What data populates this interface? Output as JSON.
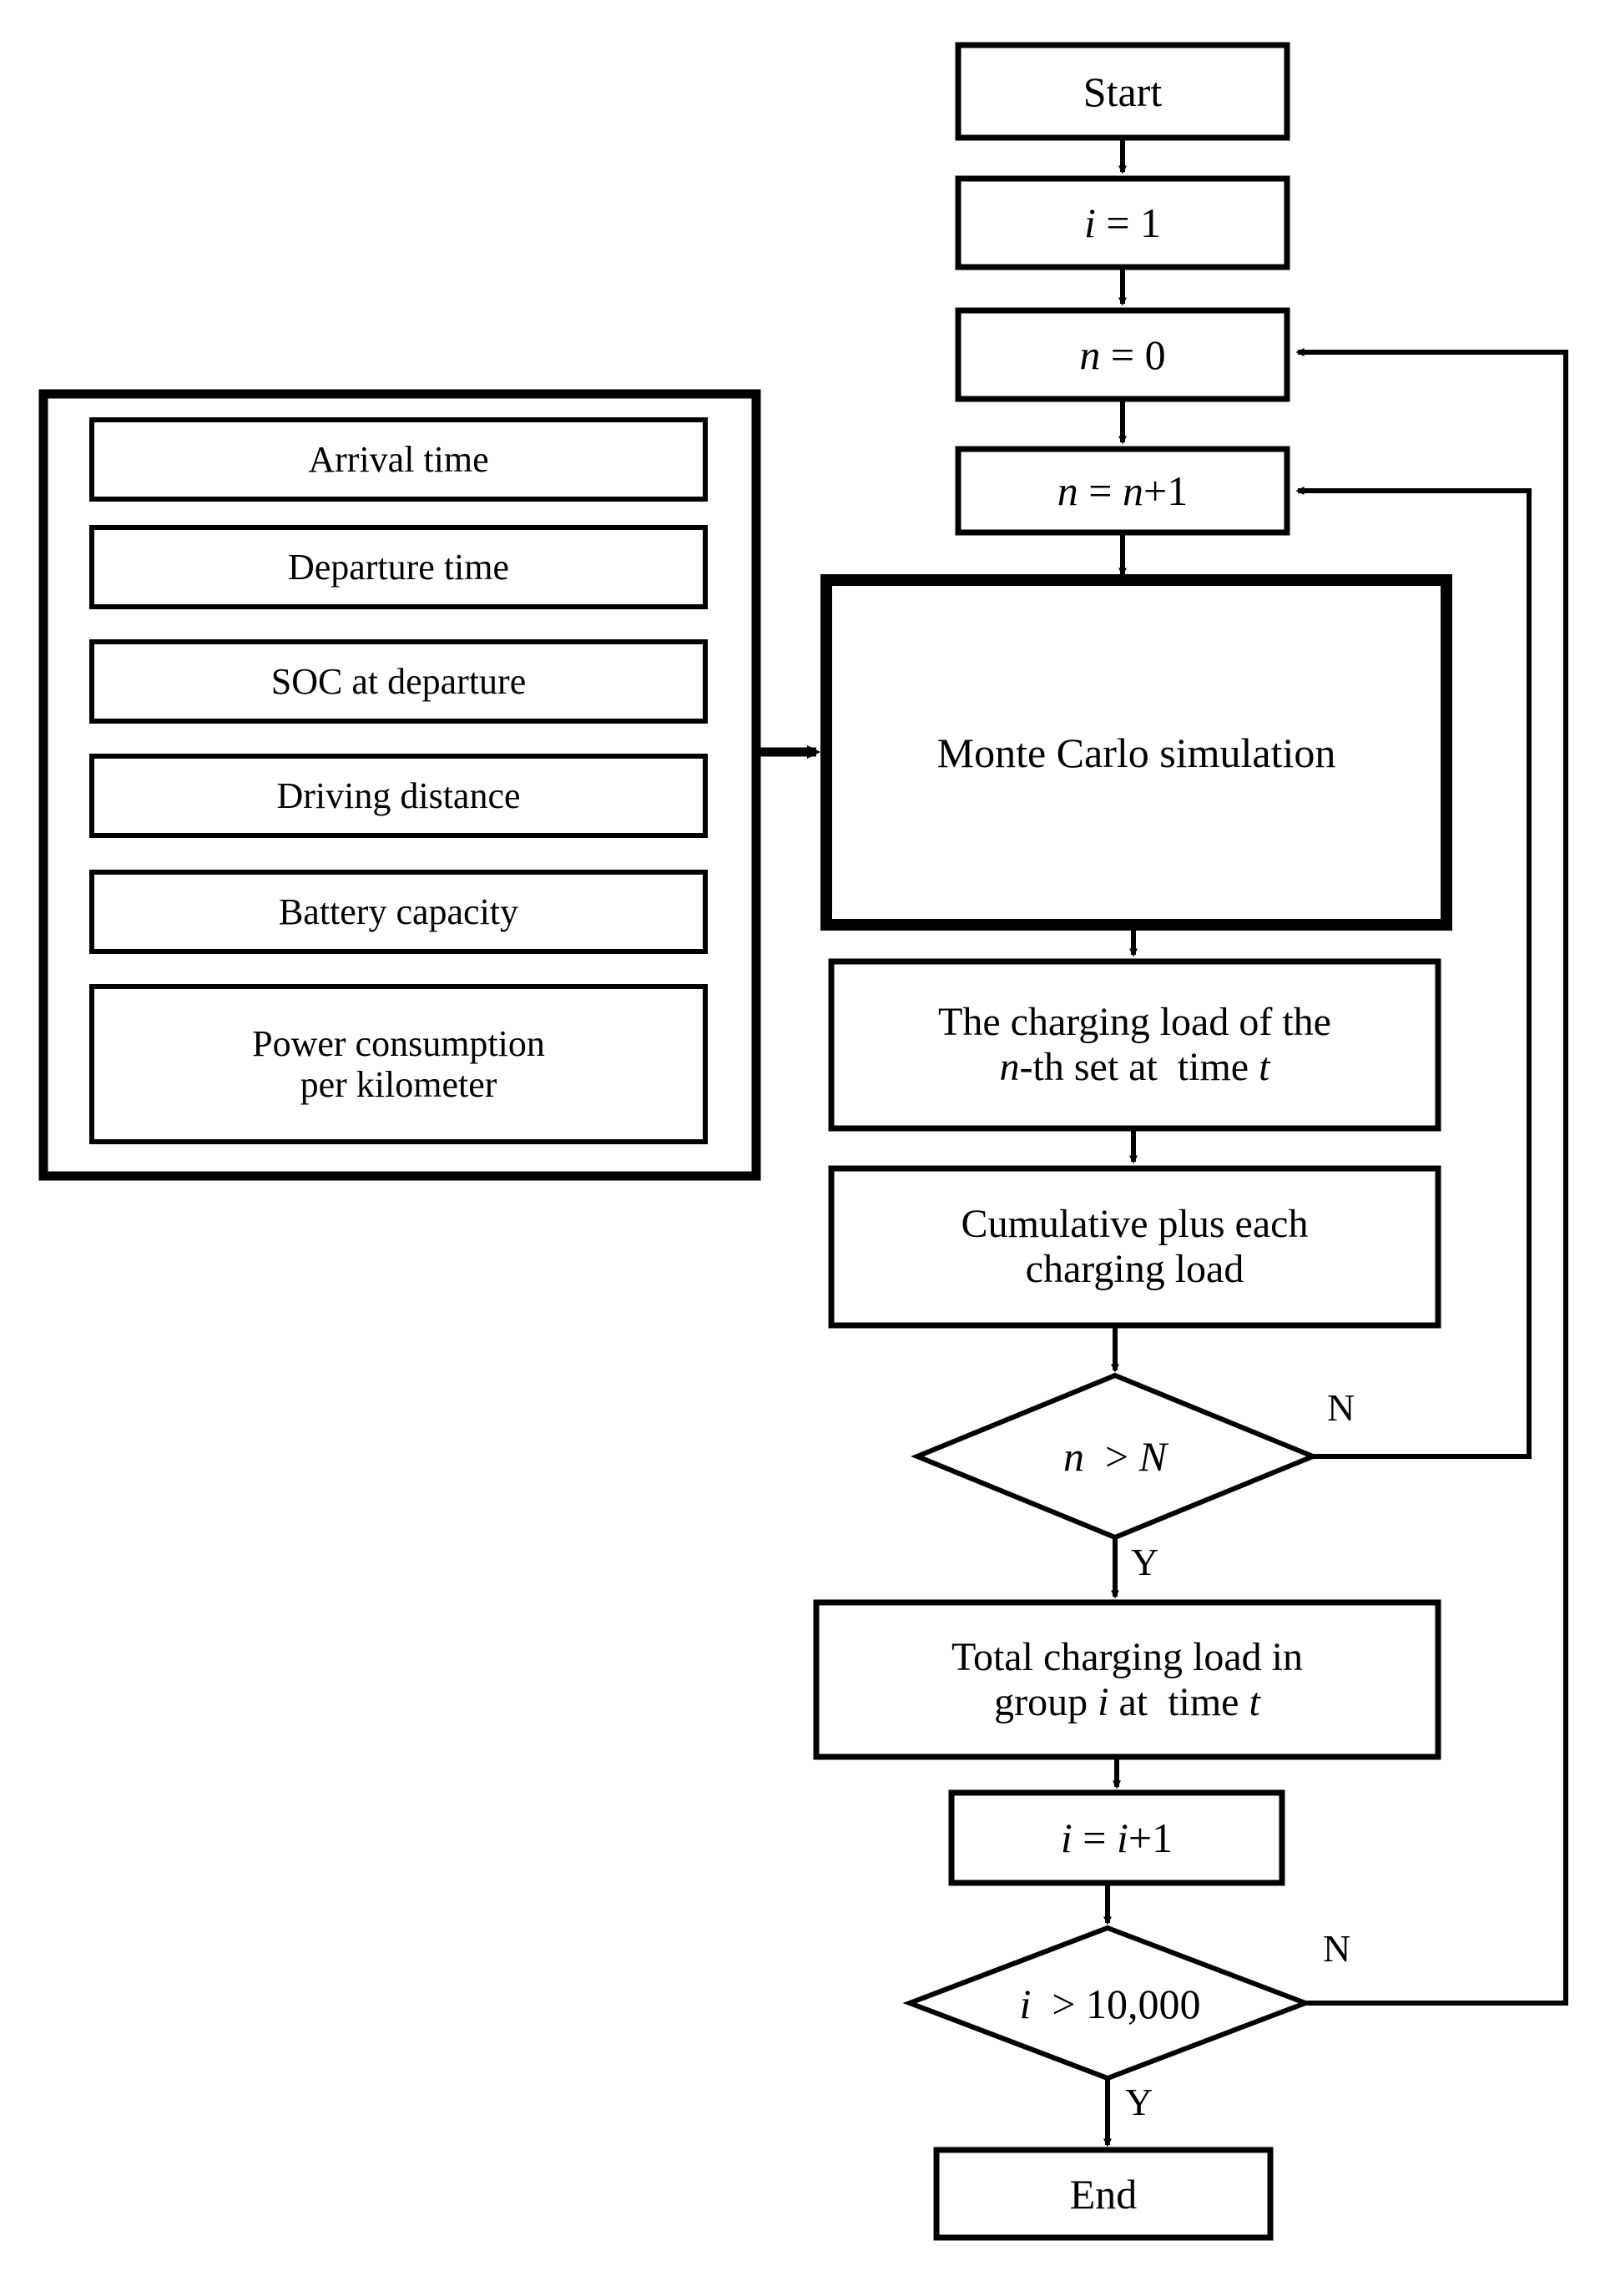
{
  "diagram": {
    "title": "Monte Carlo EV charging load simulation flowchart",
    "type": "flowchart",
    "stroke_color": "#000000",
    "fill_color": "#ffffff"
  },
  "input_panel": {
    "name": "input-parameters-panel",
    "items": [
      {
        "label": "Arrival time"
      },
      {
        "label": "Departure time"
      },
      {
        "label": "SOC at departure"
      },
      {
        "label": "Driving distance"
      },
      {
        "label": "Battery capacity"
      },
      {
        "label": "Power consumption\nper kilometer"
      }
    ]
  },
  "flow": {
    "nodes": [
      {
        "id": "start",
        "shape": "process",
        "label": "Start"
      },
      {
        "id": "i-init",
        "shape": "process",
        "label": "i = 1"
      },
      {
        "id": "n-init",
        "shape": "process",
        "label": "n = 0"
      },
      {
        "id": "n-incr",
        "shape": "process",
        "label": "n = n+1"
      },
      {
        "id": "monte-carlo",
        "shape": "process",
        "label": "Monte Carlo simulation"
      },
      {
        "id": "load-n",
        "shape": "process",
        "label": "The charging load of the\nn-th set at  time t"
      },
      {
        "id": "cumulative",
        "shape": "process",
        "label": "Cumulative plus each\ncharging load"
      },
      {
        "id": "check-n",
        "shape": "decision",
        "label": "n  > N"
      },
      {
        "id": "total-load",
        "shape": "process",
        "label": "Total charging load in\ngroup i at  time t"
      },
      {
        "id": "i-incr",
        "shape": "process",
        "label": "i = i+1"
      },
      {
        "id": "check-i",
        "shape": "decision",
        "label": "i  > 10,000"
      },
      {
        "id": "end",
        "shape": "process",
        "label": "End"
      }
    ],
    "branch_labels": {
      "check_n_no": "N",
      "check_n_yes": "Y",
      "check_i_no": "N",
      "check_i_yes": "Y"
    }
  }
}
